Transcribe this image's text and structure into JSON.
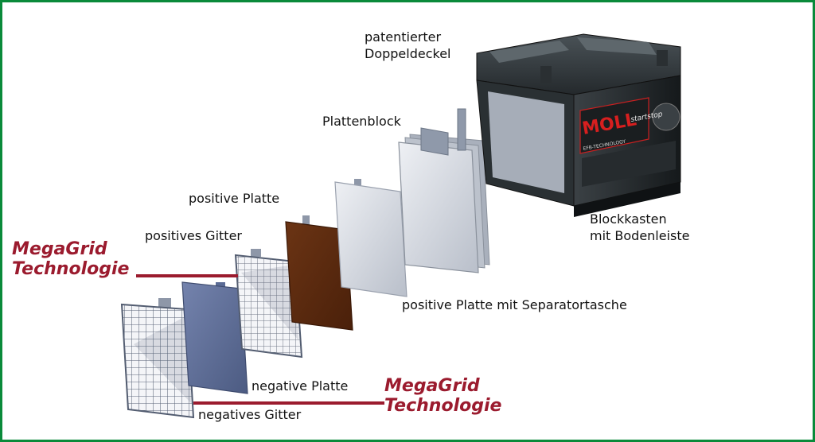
{
  "labels": {
    "doppeldeckel_l1": "patentierter",
    "doppeldeckel_l2": "Doppeldeckel",
    "plattenblock": "Plattenblock",
    "positive_platte": "positive Platte",
    "positives_gitter": "positives Gitter",
    "blockkasten_l1": "Blockkasten",
    "blockkasten_l2": "mit Bodenleiste",
    "separator": "positive Platte mit Separatortasche",
    "negative_platte": "negative Platte",
    "negatives_gitter": "negatives Gitter"
  },
  "callouts": {
    "left_l1": "MegaGrid",
    "left_l2": "Technologie",
    "right_l1": "MegaGrid",
    "right_l2": "Technologie"
  },
  "battery_label": {
    "brand": "MOLL",
    "line": "startstop",
    "tech": "EFB-TECHNOLOGY"
  },
  "colors": {
    "frame": "#0a8a3a",
    "callout": "#9b1b2e",
    "positive_plate": "#5a2a10",
    "negative_plate": "#5a6b95",
    "grid_line": "#5a6478",
    "battery_case": "#1e2326"
  }
}
